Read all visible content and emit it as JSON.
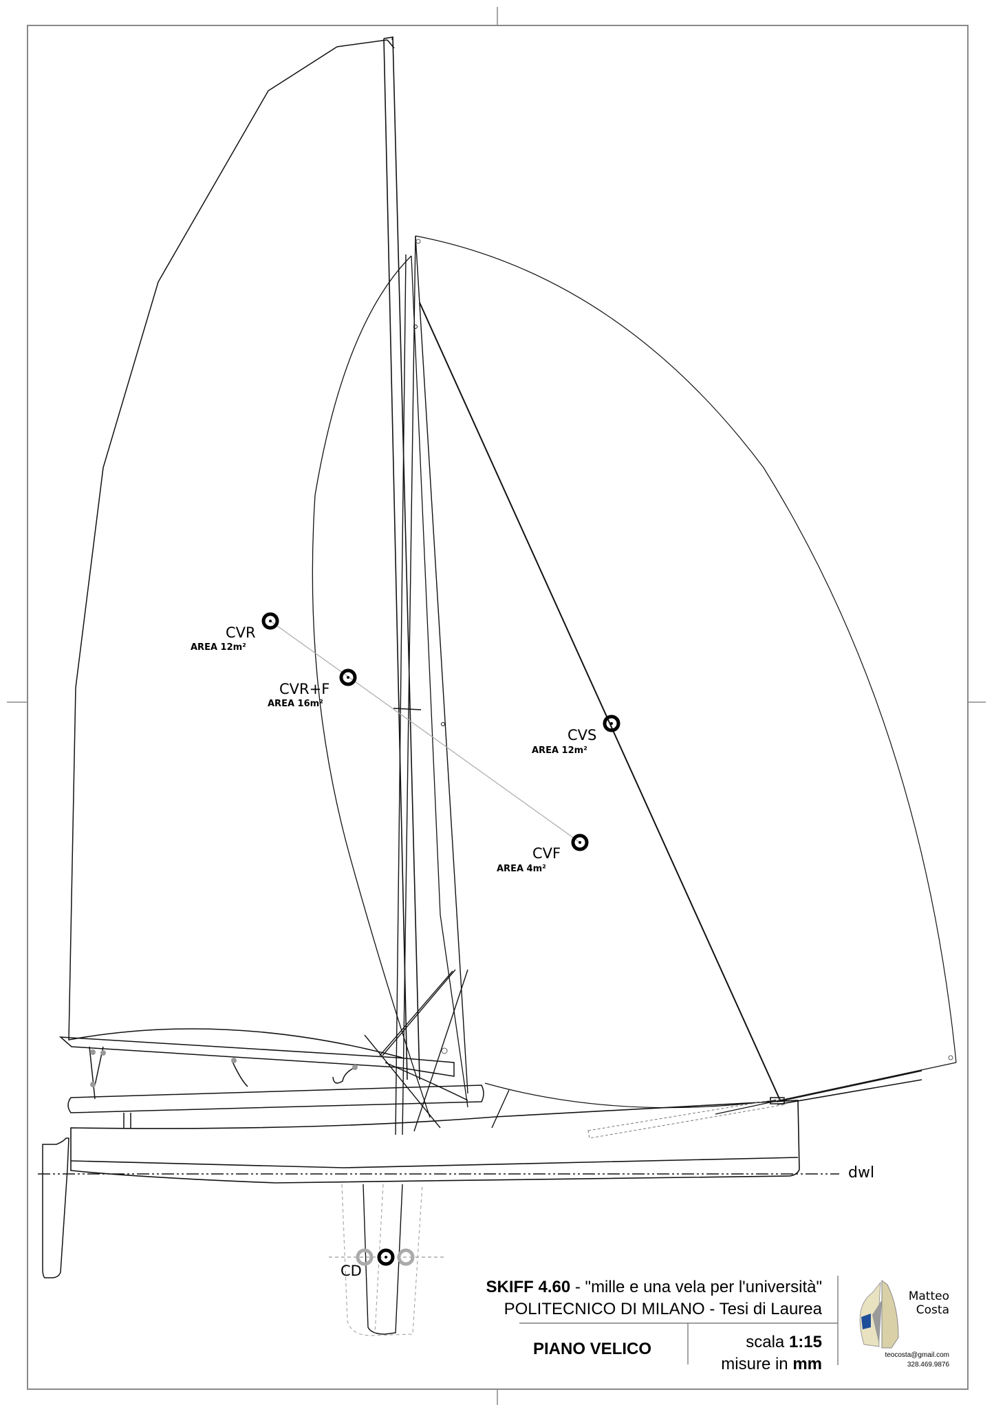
{
  "drawing": {
    "title_block": {
      "project_bold": "SKIFF 4.60",
      "project_rest": " - \"mille e una vela per l'università\"",
      "institution": "POLITECNICO DI MILANO - Tesi di Laurea",
      "sheet_name": "PIANO VELICO",
      "scale_label": "scala ",
      "scale_value": "1:15",
      "units_label": "misure in ",
      "units_value": "mm",
      "author_first": "Matteo",
      "author_last": "Costa",
      "email": "teocosta@gmail.com",
      "phone": "328.469.9876"
    },
    "centers_of_effort": [
      {
        "id": "cvr",
        "name": "CVR",
        "area": "AREA 12m²"
      },
      {
        "id": "cvrf",
        "name": "CVR+F",
        "area": "AREA 16m²"
      },
      {
        "id": "cvs",
        "name": "CVS",
        "area": "AREA 12m²"
      },
      {
        "id": "cvf",
        "name": "CVF",
        "area": "AREA 4m²"
      }
    ],
    "lateral_center": {
      "name": "CD"
    },
    "waterline_label": "dwl",
    "colors": {
      "line": "#111111",
      "frame": "#888888",
      "construction": "#aaaaaa",
      "logo_sail": "#e9e2c0",
      "logo_blue": "#1f4f9a"
    }
  }
}
